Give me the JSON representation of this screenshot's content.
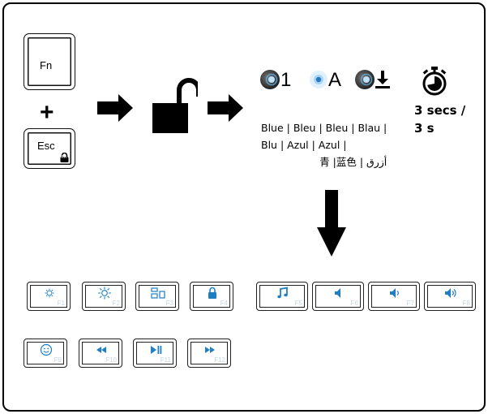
{
  "keys": {
    "fn_label": "Fn",
    "esc_label": "Esc",
    "esc_sub_label": "Fn",
    "plus_sign": "+"
  },
  "indicators": {
    "num_label": "1",
    "caps_label": "A"
  },
  "color_text": {
    "line1": "Blue | Bleu | Bleu | Blau |",
    "line2": "Blu | Azul | Azul |",
    "line3": "أزرق | 青 |蓝色"
  },
  "timer": {
    "line1": "3 secs /",
    "line2": "3 s"
  },
  "function_keys": [
    "F1",
    "F2",
    "F3",
    "F4",
    "F5",
    "F6",
    "F7",
    "F8",
    "F9",
    "F10",
    "F11",
    "F12"
  ],
  "icons": {
    "f1": "brightness-down-icon",
    "f2": "brightness-up-icon",
    "f3": "app-switch-icon",
    "f4": "lock-icon",
    "f5": "music-note-icon",
    "f6": "mute-icon",
    "f7": "volume-down-icon",
    "f8": "volume-up-icon",
    "f9": "emoji-icon",
    "f10": "rewind-icon",
    "f11": "play-pause-icon",
    "f12": "fast-forward-icon"
  },
  "colors": {
    "icon_blue": "#1f7fc4",
    "led_glow": "#8ec6ef",
    "fkey_label": "#c6d6e2"
  }
}
